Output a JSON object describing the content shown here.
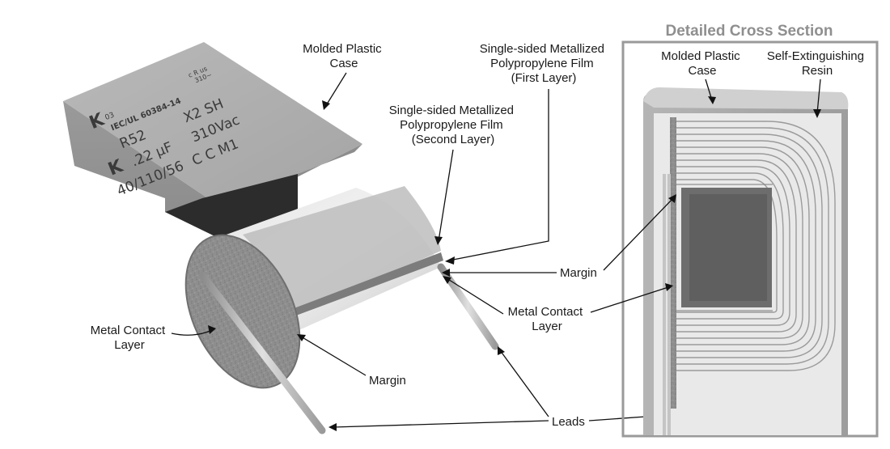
{
  "capacitor_markings": {
    "logo_mark": "K",
    "logo_code": "03",
    "standard": "IEC/UL 60384-14",
    "cert_mark": "c R us",
    "cert_code": "310~",
    "series": "R52",
    "class": "X2 SH",
    "capacitance": ".22 µF",
    "voltage": "310Vac",
    "climatic": "40/110/56",
    "codes": "C  C  M1",
    "brand_k": "K"
  },
  "labels": {
    "case_left": [
      "Molded Plastic",
      "Case"
    ],
    "film_first": [
      "Single-sided Metallized",
      "Polypropylene Film",
      "(First Layer)"
    ],
    "film_second": [
      "Single-sided Metallized",
      "Polypropylene Film",
      "(Second Layer)"
    ],
    "margin_right": "Margin",
    "metal_contact_right": [
      "Metal Contact",
      "Layer"
    ],
    "metal_contact_left": [
      "Metal Contact",
      "Layer"
    ],
    "margin_bottom": "Margin",
    "leads": "Leads"
  },
  "cross_section": {
    "title": "Detailed Cross Section",
    "case_label": [
      "Molded Plastic",
      "Case"
    ],
    "resin_label": [
      "Self-Extinguishing",
      "Resin"
    ]
  }
}
